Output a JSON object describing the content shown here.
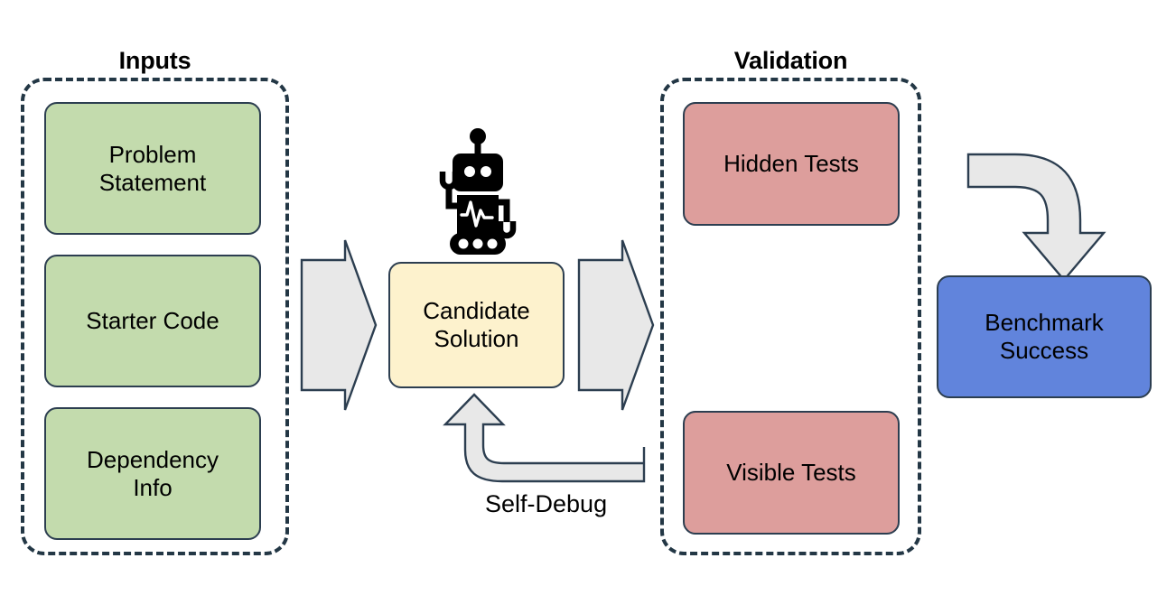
{
  "diagram": {
    "title_inputs": "Inputs",
    "title_validation": "Validation",
    "groups": [
      {
        "name": "inputs",
        "label": "Inputs",
        "items": [
          {
            "label": "Problem\nStatement",
            "line1": "Problem",
            "line2": "Statement",
            "color": "#c3dbad"
          },
          {
            "label": "Starter Code",
            "line1": "Starter Code",
            "line2": "",
            "color": "#c3dbad"
          },
          {
            "label": "Dependency\nInfo",
            "line1": "Dependency",
            "line2": "Info",
            "color": "#c3dbad"
          }
        ]
      },
      {
        "name": "validation",
        "label": "Validation",
        "items": [
          {
            "label": "Hidden Tests",
            "line1": "Hidden Tests",
            "line2": "",
            "color": "#dd9e9c"
          },
          {
            "label": "Visible Tests",
            "line1": "Visible Tests",
            "line2": "",
            "color": "#dd9e9c"
          }
        ]
      }
    ],
    "candidate": {
      "line1": "Candidate",
      "line2": "Solution",
      "color": "#fdf2cd"
    },
    "benchmark": {
      "line1": "Benchmark",
      "line2": "Success",
      "color": "#6184dc"
    },
    "self_debug_label": "Self-Debug",
    "robot_icon": "robot-icon",
    "colors": {
      "green": "#c3dbad",
      "red": "#dd9e9c",
      "blue": "#6184dc",
      "yellow": "#fdf2cd",
      "arrow_fill": "#e8e8e8",
      "outline": "#2c3e50",
      "dashed": "#233745",
      "background": "#ffffff"
    }
  }
}
